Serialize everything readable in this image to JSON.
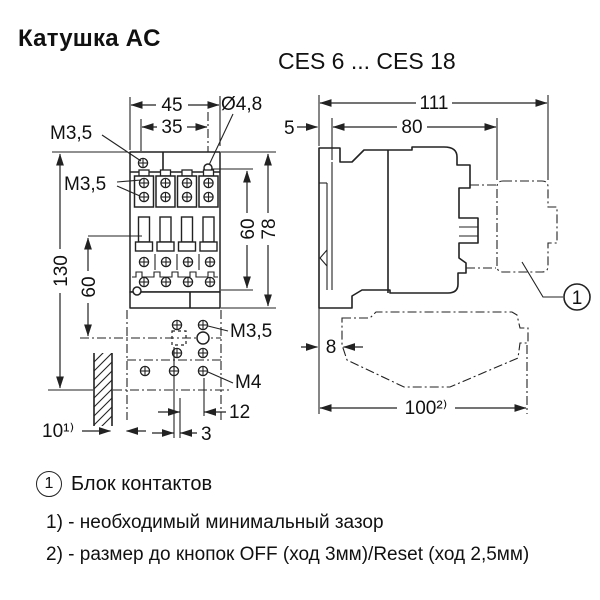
{
  "page": {
    "title": "Катушка AC",
    "subtitle": "CES 6 ... CES 18"
  },
  "front_view": {
    "dim_width": "45",
    "dim_width_inner": "35",
    "label_hole_dia": "Ø4,8",
    "label_m35_top": "M3,5",
    "label_m35_terminals": "M3,5",
    "dim_height_total": "130",
    "dim_60_left": "60",
    "dim_60_right": "60",
    "dim_78": "78",
    "label_m35_bottom": "M3,5",
    "label_m4": "M4",
    "dim_12": "12",
    "dim_3": "3",
    "dim_gap": "10¹⁾"
  },
  "side_view": {
    "dim_111": "111",
    "dim_80": "80",
    "dim_5": "5",
    "dim_8": "8",
    "dim_100": "100²⁾",
    "callout": "1"
  },
  "legend": {
    "callout": "1",
    "callout_text": "Блок контактов",
    "note_1": "1) - необходимый минимальный зазор",
    "note_2": "2) - размер до кнопок OFF (ход 3мм)/Reset (ход 2,5мм)"
  }
}
